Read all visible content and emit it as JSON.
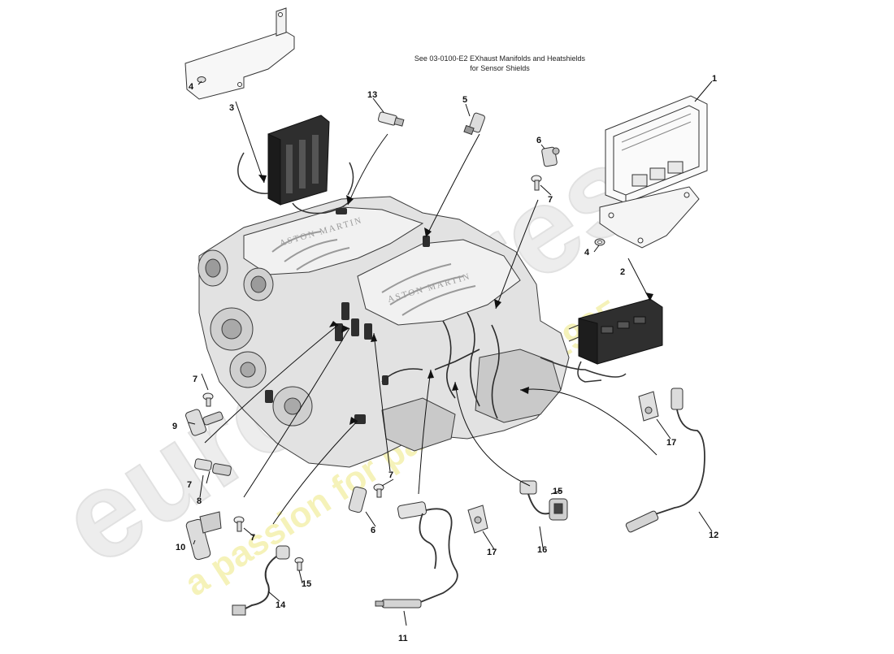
{
  "note": {
    "line1": "See 03-0100-E2 EXhaust Manifolds and Heatshields",
    "line2": "for Sensor Shields"
  },
  "engine_marking": {
    "left_bank": "ASTON MARTIN",
    "right_bank": "ASTON MARTIN"
  },
  "watermark": {
    "brand": "eurospares",
    "tagline": "a passion for parts since 1985"
  },
  "callouts": {
    "c1": "1",
    "c2": "2",
    "c3": "3",
    "c4a": "4",
    "c4b": "4",
    "c5": "5",
    "c6a": "6",
    "c6b": "6",
    "c7a": "7",
    "c7b": "7",
    "c7c": "7",
    "c7d": "7",
    "c7e": "7",
    "c8": "8",
    "c9": "9",
    "c10": "10",
    "c11": "11",
    "c12": "12",
    "c13": "13",
    "c14": "14",
    "c15a": "15",
    "c15b": "15",
    "c16": "16",
    "c17a": "17",
    "c17b": "17"
  },
  "colors": {
    "ink": "#1a1a1a",
    "metal_light": "#e4e4e4",
    "metal_mid": "#bdbdbd",
    "module_dark": "#2b2b2b",
    "watermark_grey": "#e9e9e9",
    "watermark_yellow": "#f3f0a8"
  }
}
